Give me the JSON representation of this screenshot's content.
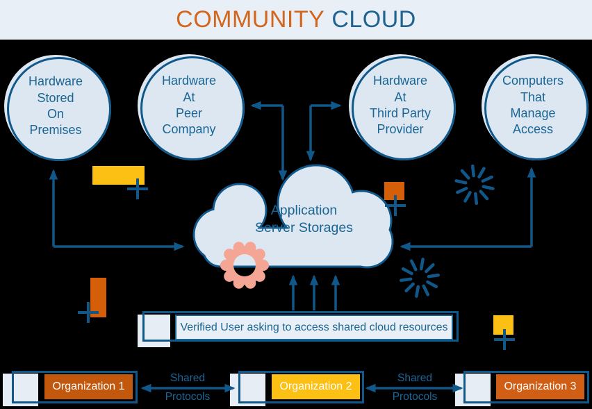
{
  "title": {
    "community": "COMMUNITY",
    "cloud": "CLOUD"
  },
  "circles": [
    {
      "label": "Hardware\nStored\nOn\nPremises"
    },
    {
      "label": "Hardware\nAt\nPeer\nCompany"
    },
    {
      "label": "Hardware\nAt\nThird Party\nProvider"
    },
    {
      "label": "Computers\nThat\nManage\nAccess"
    }
  ],
  "cloud": {
    "label": "Application\nServer Storages"
  },
  "verified_box": {
    "label": "Verified User asking to access shared cloud resources"
  },
  "organizations": [
    {
      "label": "Organization 1",
      "color": "#c2580e"
    },
    {
      "label": "Organization 2",
      "color": "#fcbf13"
    },
    {
      "label": "Organization 3",
      "color": "#d05e15"
    }
  ],
  "protocol_links": [
    {
      "top": "Shared",
      "bottom": "Protocols"
    },
    {
      "top": "Shared",
      "bottom": "Protocols"
    }
  ],
  "icons": {
    "gear": "gear-icon",
    "starburst": "starburst-icon",
    "plus": "plus-icon"
  },
  "colors": {
    "background": "#000000",
    "titlebar_bg": "#e9eff6",
    "title_orange": "#d2661c",
    "title_blue": "#1f6391",
    "line_blue": "#11588a",
    "text_blue": "#1b6594",
    "circle_fill": "#dce7f1",
    "light_square": "#e6edf4",
    "yellow": "#fcbf13",
    "orange_decor": "#d45f08",
    "gear_salmon": "#f4a593"
  }
}
